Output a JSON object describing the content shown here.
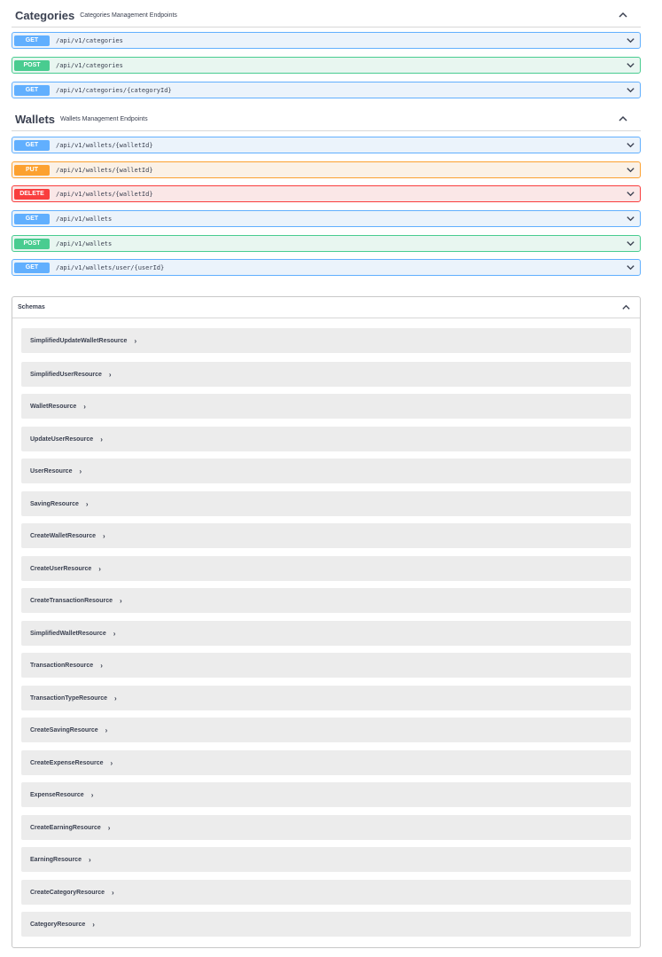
{
  "categories": {
    "title": "Categories",
    "description": "Categories Management Endpoints"
  },
  "categories_ops": [
    {
      "method": "GET",
      "path": "/api/v1/categories"
    },
    {
      "method": "POST",
      "path": "/api/v1/categories"
    },
    {
      "method": "GET",
      "path": "/api/v1/categories/{categoryId}"
    }
  ],
  "wallets": {
    "title": "Wallets",
    "description": "Wallets Management Endpoints"
  },
  "wallets_ops": [
    {
      "method": "GET",
      "path": "/api/v1/wallets/{walletId}"
    },
    {
      "method": "PUT",
      "path": "/api/v1/wallets/{walletId}"
    },
    {
      "method": "DELETE",
      "path": "/api/v1/wallets/{walletId}"
    },
    {
      "method": "GET",
      "path": "/api/v1/wallets"
    },
    {
      "method": "POST",
      "path": "/api/v1/wallets"
    },
    {
      "method": "GET",
      "path": "/api/v1/wallets/user/{userId}"
    }
  ],
  "schemas": {
    "title": "Schemas",
    "models": [
      "SimplifiedUpdateWalletResource",
      "SimplifiedUserResource",
      "WalletResource",
      "UpdateUserResource",
      "UserResource",
      "SavingResource",
      "CreateWalletResource",
      "CreateUserResource",
      "CreateTransactionResource",
      "SimplifiedWalletResource",
      "TransactionResource",
      "TransactionTypeResource",
      "CreateSavingResource",
      "CreateExpenseResource",
      "ExpenseResource",
      "CreateEarningResource",
      "EarningResource",
      "CreateCategoryResource",
      "CategoryResource"
    ]
  },
  "icons": {
    "collapse": "chevron-up-icon",
    "expand": "chevron-down-icon",
    "model_expand": "chevron-right-icon"
  },
  "colors": {
    "get": "#61affe",
    "post": "#49cc90",
    "put": "#fca130",
    "delete": "#f93e3e"
  }
}
